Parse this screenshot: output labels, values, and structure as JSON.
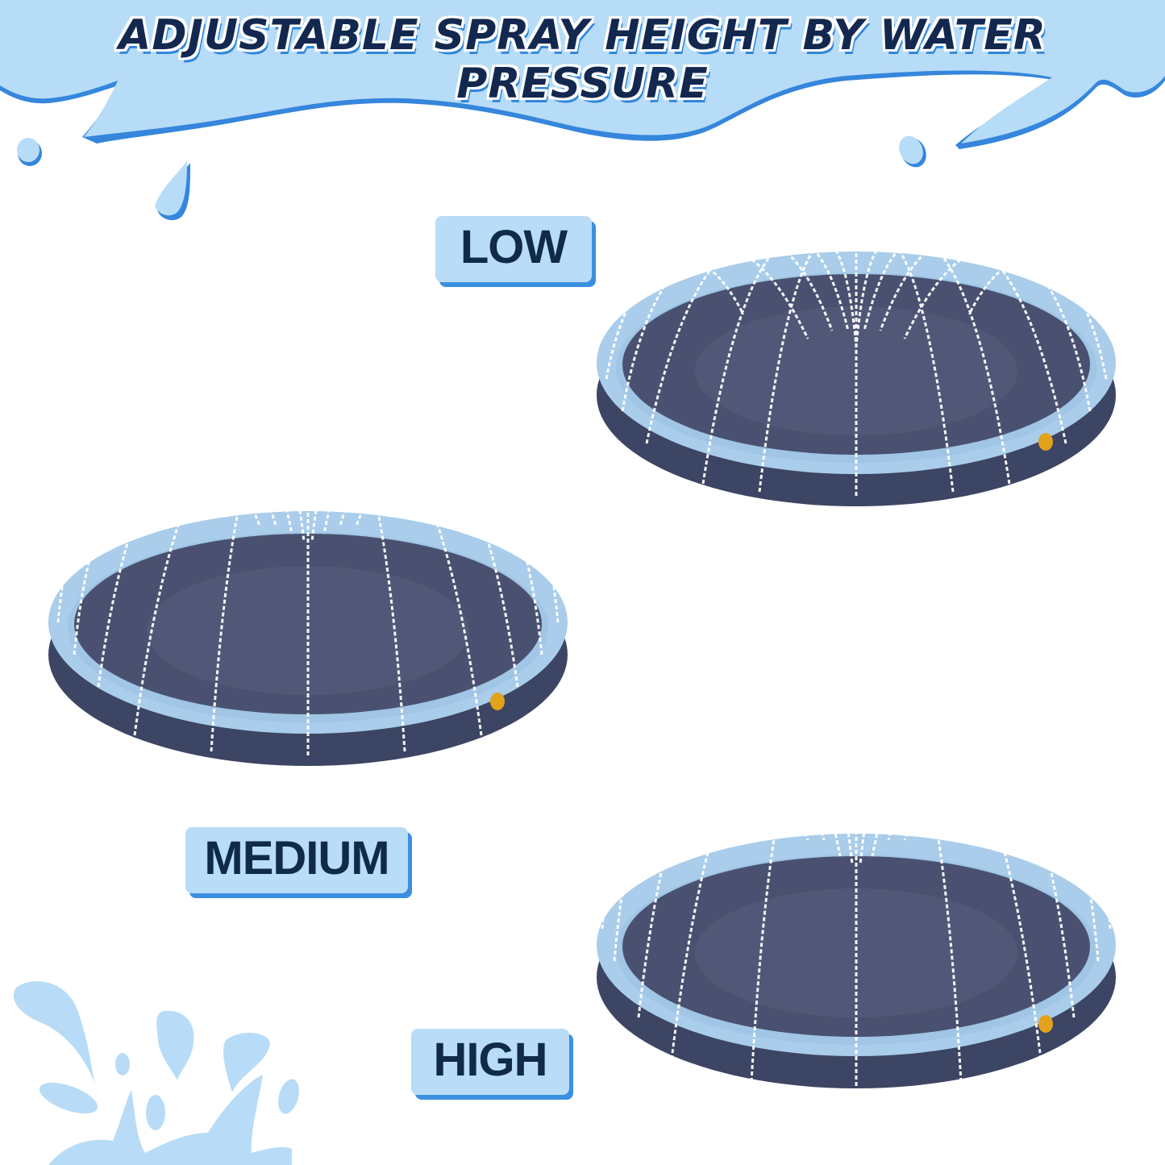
{
  "header": {
    "title": "ADJUSTABLE SPRAY HEIGHT BY WATER PRESSURE"
  },
  "levels": [
    {
      "label": "LOW"
    },
    {
      "label": "MEDIUM"
    },
    {
      "label": "HIGH"
    }
  ],
  "colors": {
    "banner_fill": "#b7dcf8",
    "banner_outline": "#3586dc",
    "title_text": "#13284f",
    "badge_fill": "#b9dcf7",
    "badge_shadow": "#3b8fe0",
    "badge_text": "#0f2a4a",
    "pool_ring": "#a9cdea",
    "pool_floor": "#4a5170",
    "pool_base": "#3c4563",
    "splash": "#b8dcf7"
  }
}
